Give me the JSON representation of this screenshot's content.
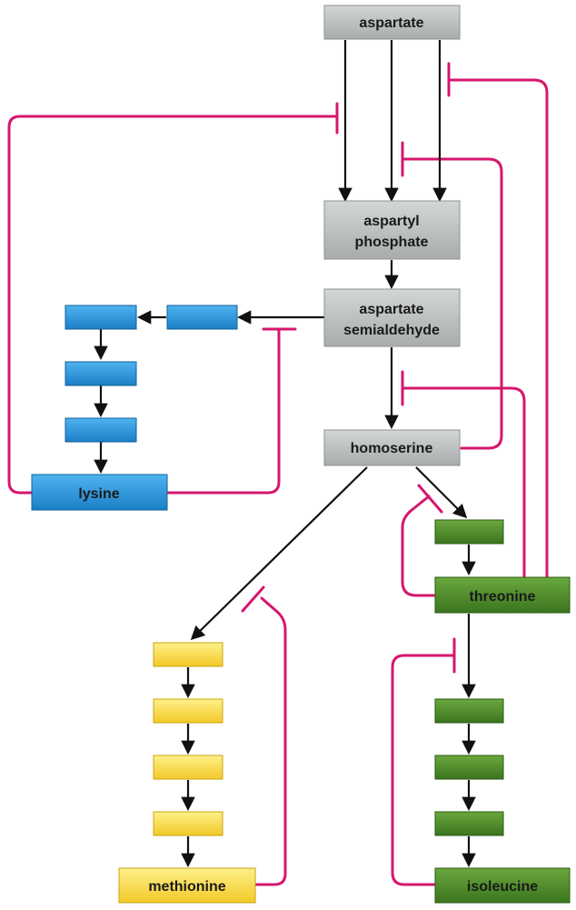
{
  "colors": {
    "gray_fill": "#b9bcbc",
    "blue_fill": "#2b95db",
    "yellow_fill": "#f9dc4a",
    "green_fill": "#4a8a2a",
    "arrow": "#111111",
    "inhibition": "#d6166e"
  },
  "nodes": {
    "aspartate": {
      "label": "aspartate"
    },
    "aspartyl_phosphate": {
      "line1": "aspartyl",
      "line2": "phosphate"
    },
    "aspartate_semialdehyde": {
      "line1": "aspartate",
      "line2": "semialdehyde"
    },
    "homoserine": {
      "label": "homoserine"
    },
    "lysine": {
      "label": "lysine"
    },
    "threonine": {
      "label": "threonine"
    },
    "methionine": {
      "label": "methionine"
    },
    "isoleucine": {
      "label": "isoleucine"
    }
  }
}
